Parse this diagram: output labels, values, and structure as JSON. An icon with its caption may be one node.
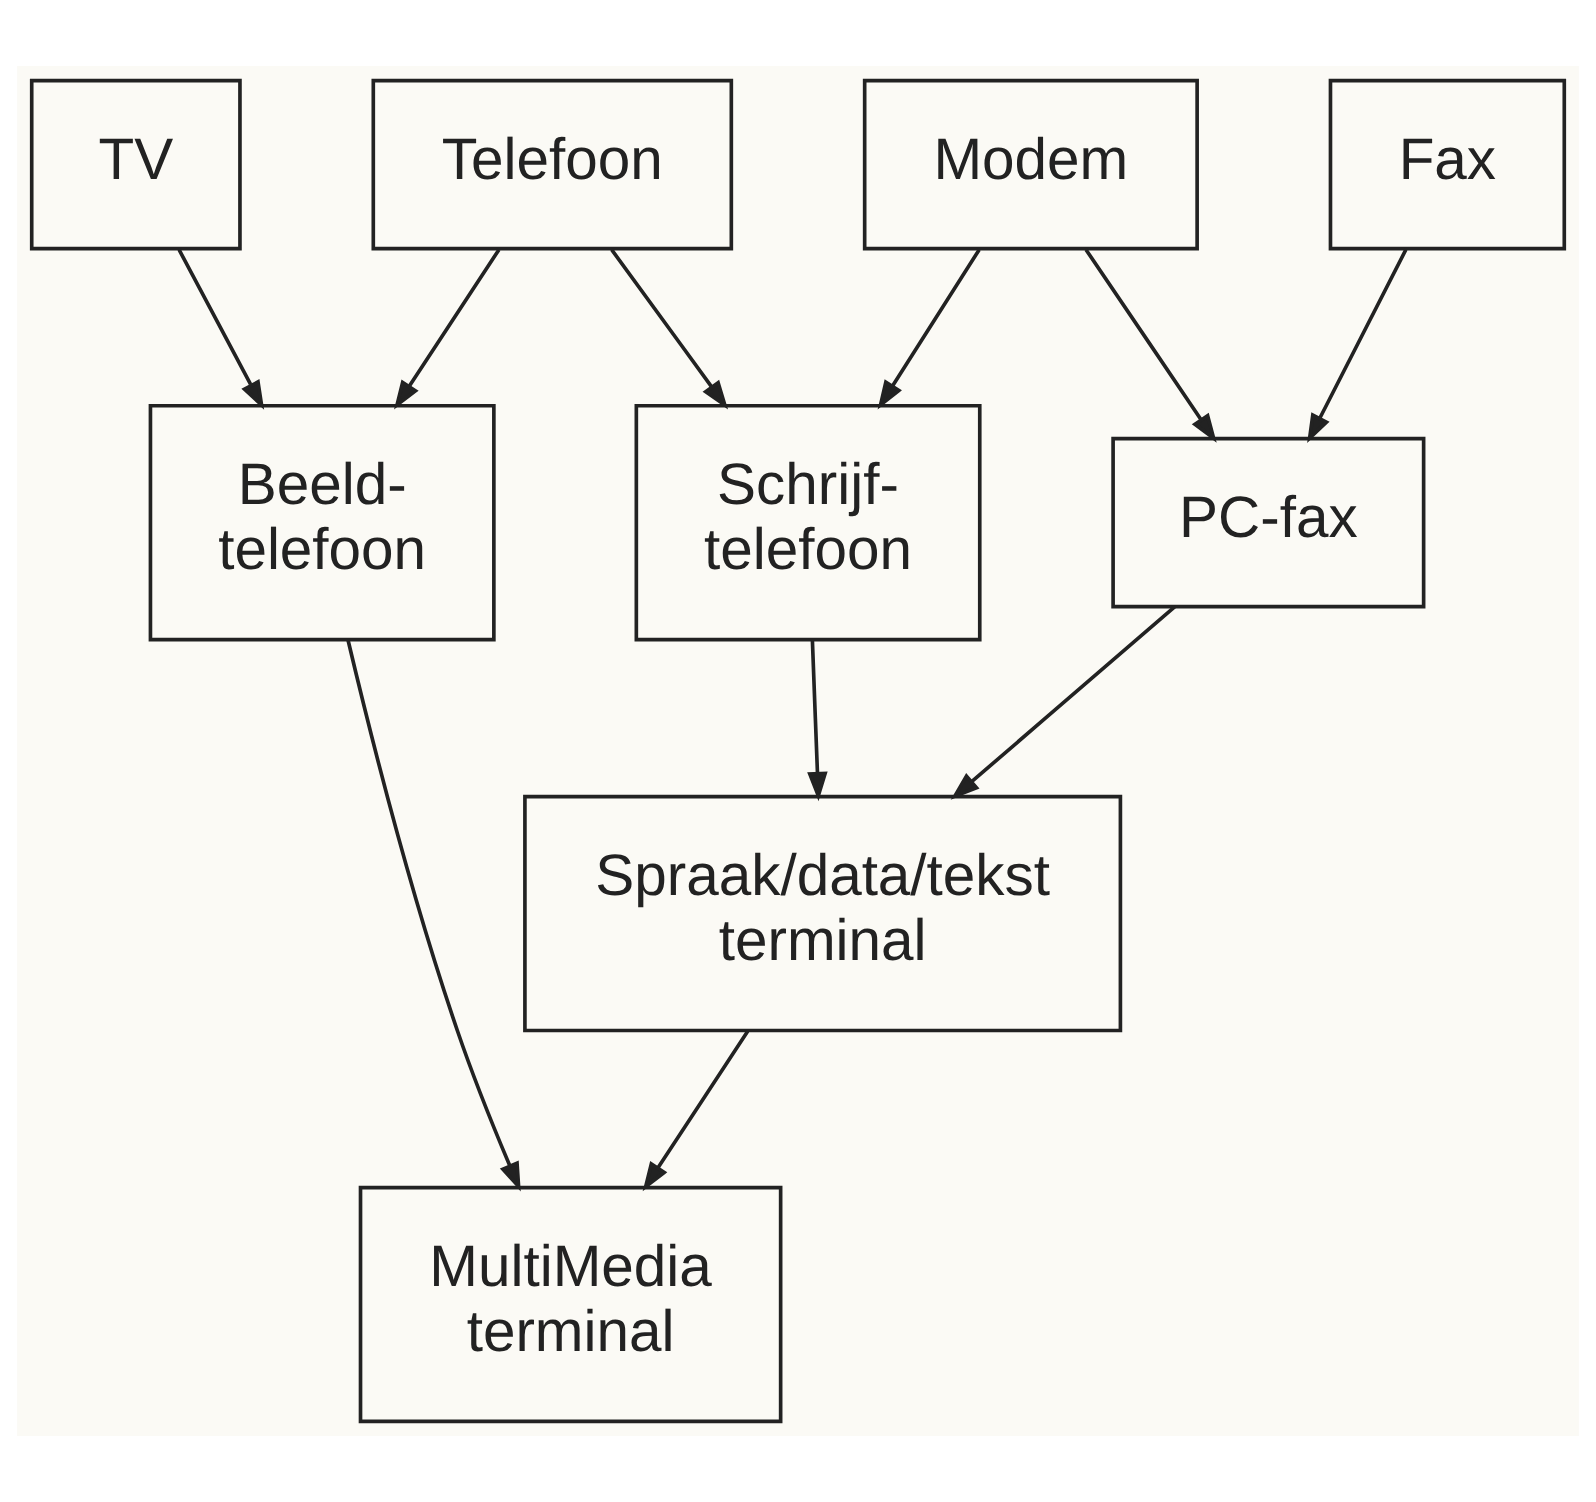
{
  "diagram": {
    "nodes": [
      {
        "text": [
          "TV"
        ]
      },
      {
        "text": [
          "Telefoon"
        ]
      },
      {
        "text": [
          "Modem"
        ]
      },
      {
        "text": [
          "Fax"
        ]
      },
      {
        "text": [
          "Beeld- telefoon"
        ]
      },
      {
        "text": [
          "Schrijf- telefoon"
        ]
      },
      {
        "text": [
          "PC-fax"
        ]
      },
      {
        "text": [
          "Spraak/data/tekst terminal"
        ]
      },
      {
        "text": [
          "MultiMedia terminal"
        ]
      }
    ],
    "edges": [
      {
        "from": 0,
        "to": 4,
        "arrow": "to"
      },
      {
        "from": 1,
        "to": 4,
        "arrow": "to"
      },
      {
        "from": 1,
        "to": 5,
        "arrow": "to"
      },
      {
        "from": 2,
        "to": 5,
        "arrow": "to"
      },
      {
        "from": 2,
        "to": 6,
        "arrow": "to"
      },
      {
        "from": 3,
        "to": 6,
        "arrow": "to"
      },
      {
        "from": 4,
        "to": 8,
        "arrow": "to"
      },
      {
        "from": 5,
        "to": 7,
        "arrow": "to"
      },
      {
        "from": 6,
        "to": 7,
        "arrow": "to"
      },
      {
        "from": 7,
        "to": 8,
        "arrow": "to"
      }
    ]
  }
}
